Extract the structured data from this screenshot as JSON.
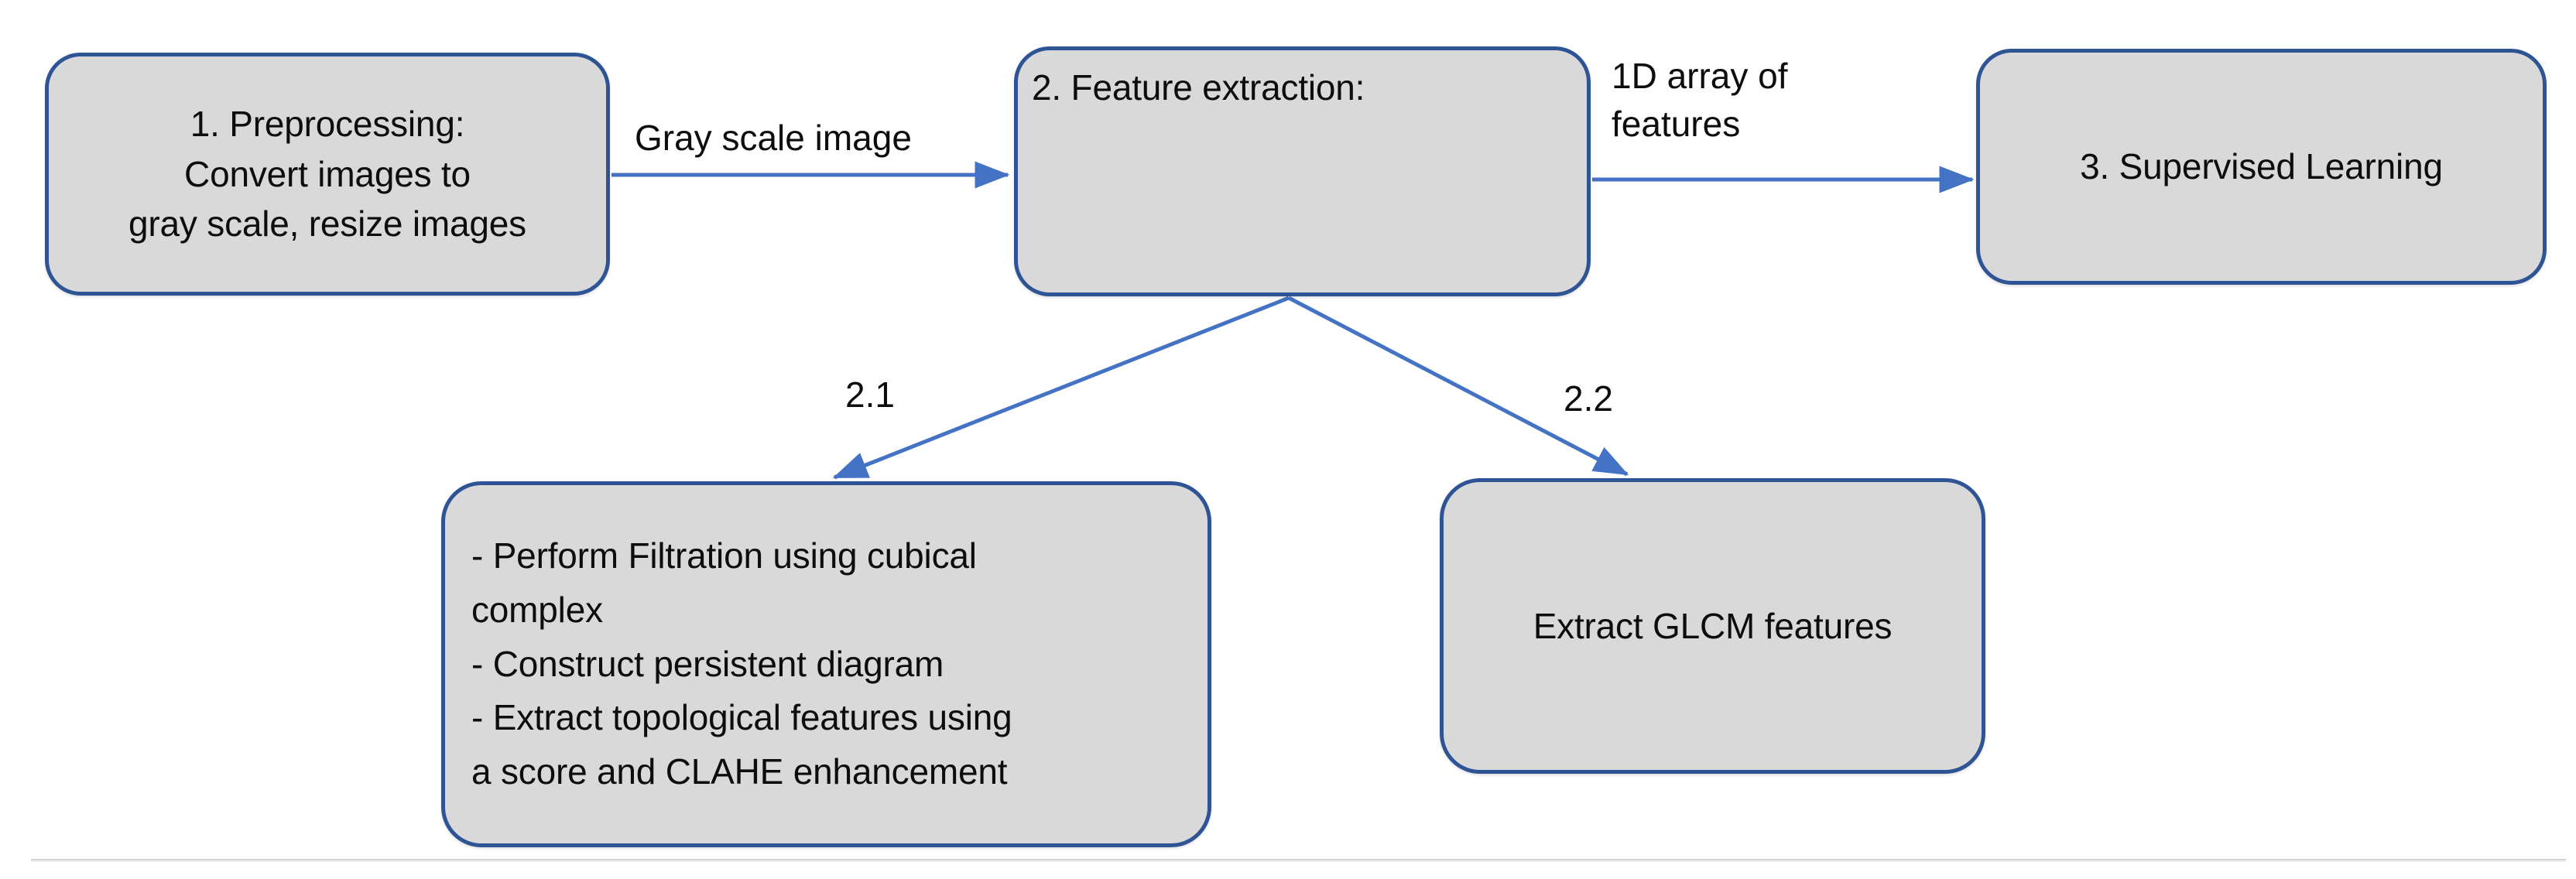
{
  "diagram": {
    "title": "Image classification pipeline flowchart",
    "colors": {
      "node_fill": "#d9d9d9",
      "node_border": "#2e5496",
      "arrow": "#4472c4",
      "text": "#0d0d0d",
      "divider": "#d0d0d0"
    },
    "nodes": [
      {
        "id": "preprocessing",
        "label": "1.    Preprocessing:\nConvert images to\ngray scale, resize images",
        "align": "center"
      },
      {
        "id": "feature_extraction",
        "label": "2. Feature extraction:",
        "align": "left"
      },
      {
        "id": "supervised_learning",
        "label": "3. Supervised Learning",
        "align": "center"
      },
      {
        "id": "topological",
        "label": "- Perform Filtration using cubical\n  complex\n- Construct persistent diagram\n- Extract topological features using\n  a score and CLAHE enhancement",
        "align": "left"
      },
      {
        "id": "glcm",
        "label": "Extract GLCM features",
        "align": "center"
      }
    ],
    "edge_labels": {
      "gray_scale": "Gray scale image",
      "one_d_array": "1D array of\nfeatures",
      "branch_left": "2.1",
      "branch_right": "2.2"
    }
  }
}
